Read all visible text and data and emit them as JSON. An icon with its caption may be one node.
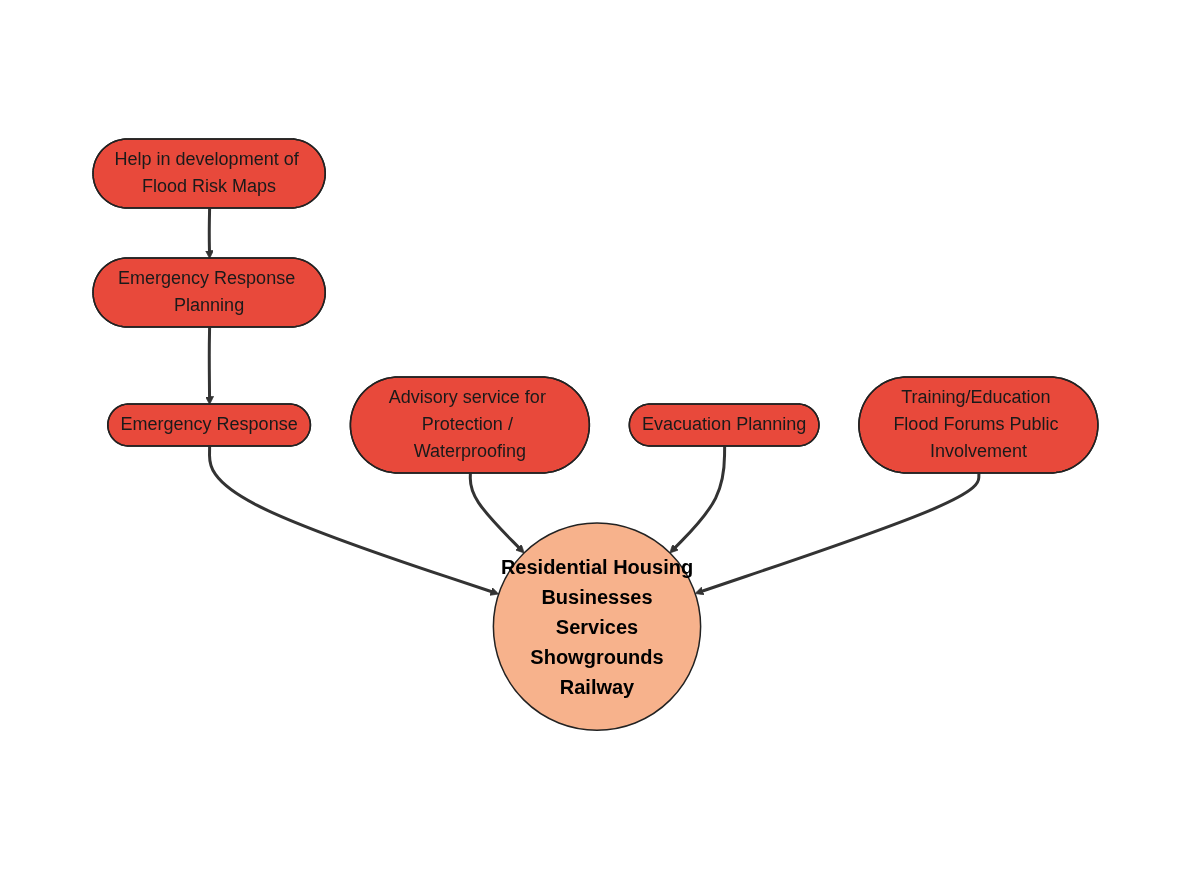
{
  "diagram": {
    "nodes": [
      {
        "text": [
          "Help in development of Flood Risk Maps"
        ]
      },
      {
        "text": [
          "Emergency Response Planning"
        ]
      },
      {
        "text": [
          "Advisory service for Protection / Waterproofing"
        ]
      },
      {
        "text": [
          "Emergency Response"
        ]
      },
      {
        "text": [
          "Evacuation Planning"
        ]
      },
      {
        "text": [
          "Training/Education Flood Forums Public Involvement"
        ]
      },
      {
        "text": [
          "Residential Housing",
          "Businesses",
          "Services",
          "Showgrounds",
          "Railway"
        ]
      }
    ],
    "edges": [
      {
        "from": 0,
        "to": 1,
        "arrow": "to"
      },
      {
        "from": 1,
        "to": 3,
        "arrow": "to"
      },
      {
        "from": 3,
        "to": 6,
        "arrow": "to"
      },
      {
        "from": 2,
        "to": 6,
        "arrow": "to"
      },
      {
        "from": 4,
        "to": 6,
        "arrow": "to"
      },
      {
        "from": 5,
        "to": 6,
        "arrow": "to"
      }
    ]
  }
}
